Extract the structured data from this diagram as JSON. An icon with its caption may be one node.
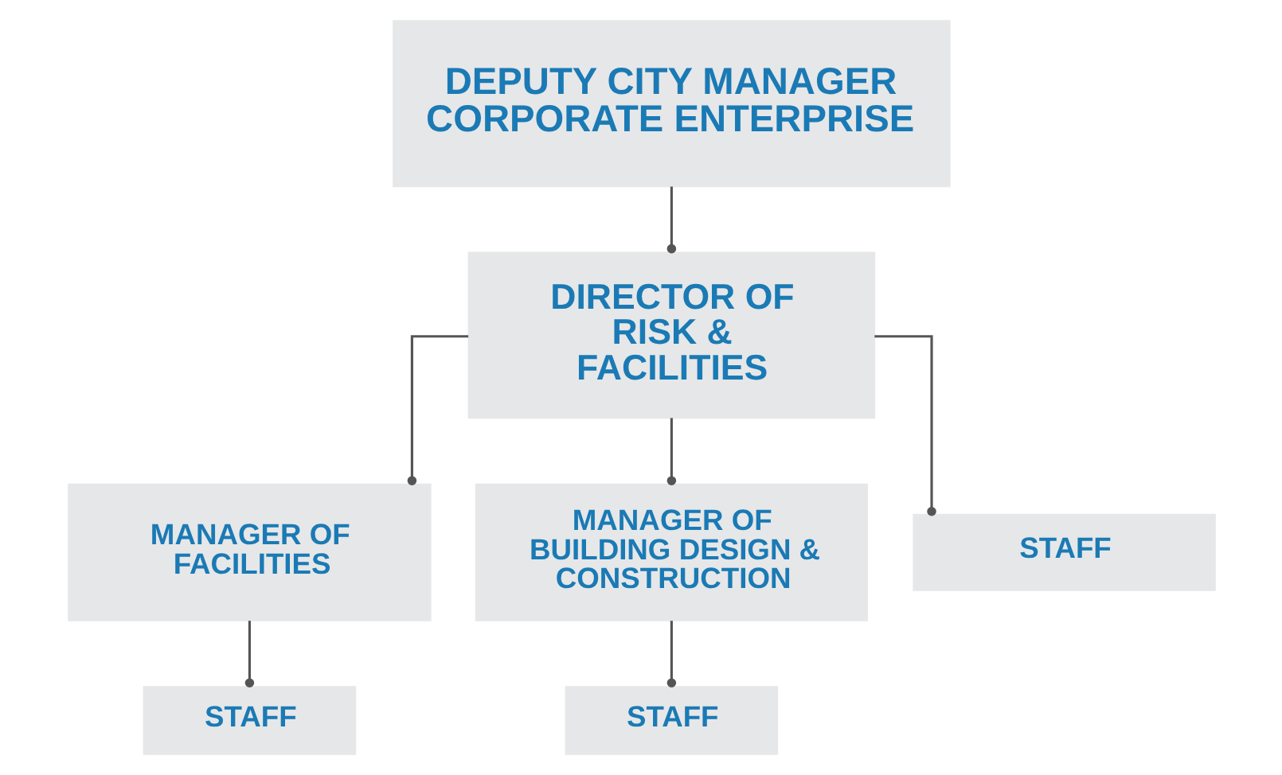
{
  "diagram": {
    "nodes": [
      {
        "text": [
          "DEPUTY CITY MANAGER CORPORATE ENTERPRISE"
        ]
      },
      {
        "text": [
          "DIRECTOR OF RISK & FACILITIES"
        ]
      },
      {
        "text": [
          "MANAGER OF FACILITIES"
        ]
      },
      {
        "text": [
          "MANAGER OF BUILDING DESIGN & CONSTRUCTION"
        ]
      },
      {
        "text": [
          "STAFF"
        ]
      },
      {
        "text": [
          "STAFF"
        ]
      },
      {
        "text": [
          "STAFF"
        ]
      }
    ],
    "edges": [
      {
        "from": 0,
        "to": 1,
        "arrow": "other"
      },
      {
        "from": 1,
        "to": 2,
        "arrow": "other"
      },
      {
        "from": 1,
        "to": 3,
        "arrow": "other"
      },
      {
        "from": 1,
        "to": 4,
        "arrow": "other"
      },
      {
        "from": 2,
        "to": 5,
        "arrow": "other"
      },
      {
        "from": 3,
        "to": 6,
        "arrow": "other"
      }
    ]
  }
}
